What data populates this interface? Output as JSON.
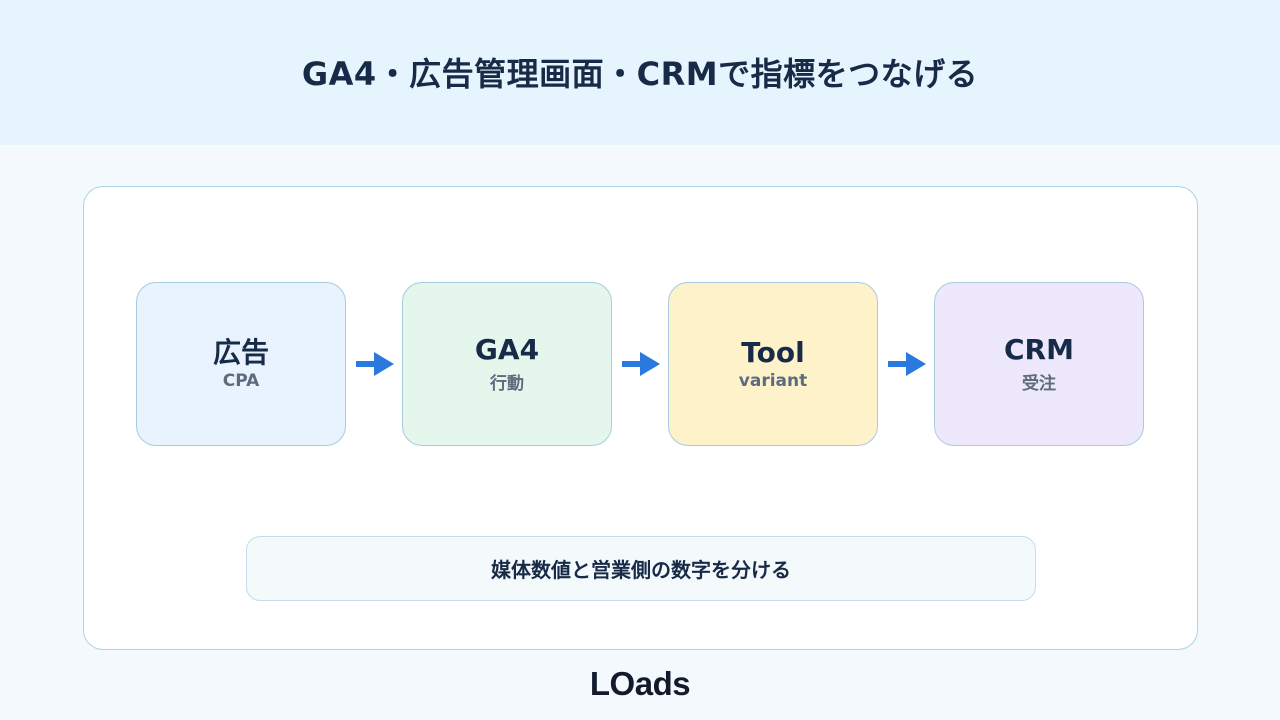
{
  "header": {
    "title": "GA4・広告管理画面・CRMで指標をつなげる"
  },
  "flow": {
    "steps": [
      {
        "title": "広告",
        "sub": "CPA"
      },
      {
        "title": "GA4",
        "sub": "行動"
      },
      {
        "title": "Tool",
        "sub": "variant"
      },
      {
        "title": "CRM",
        "sub": "受注"
      }
    ],
    "arrow_icon": "arrow-right-icon"
  },
  "note": {
    "text": "媒体数値と営業側の数字を分ける"
  },
  "logo": {
    "text": "LOads"
  },
  "colors": {
    "header_bg": "#e6f4fd",
    "step1_bg": "#e8f3fd",
    "step2_bg": "#e5f6ec",
    "step3_bg": "#fef2cb",
    "step4_bg": "#ede8fb",
    "arrow": "#2b78de"
  }
}
